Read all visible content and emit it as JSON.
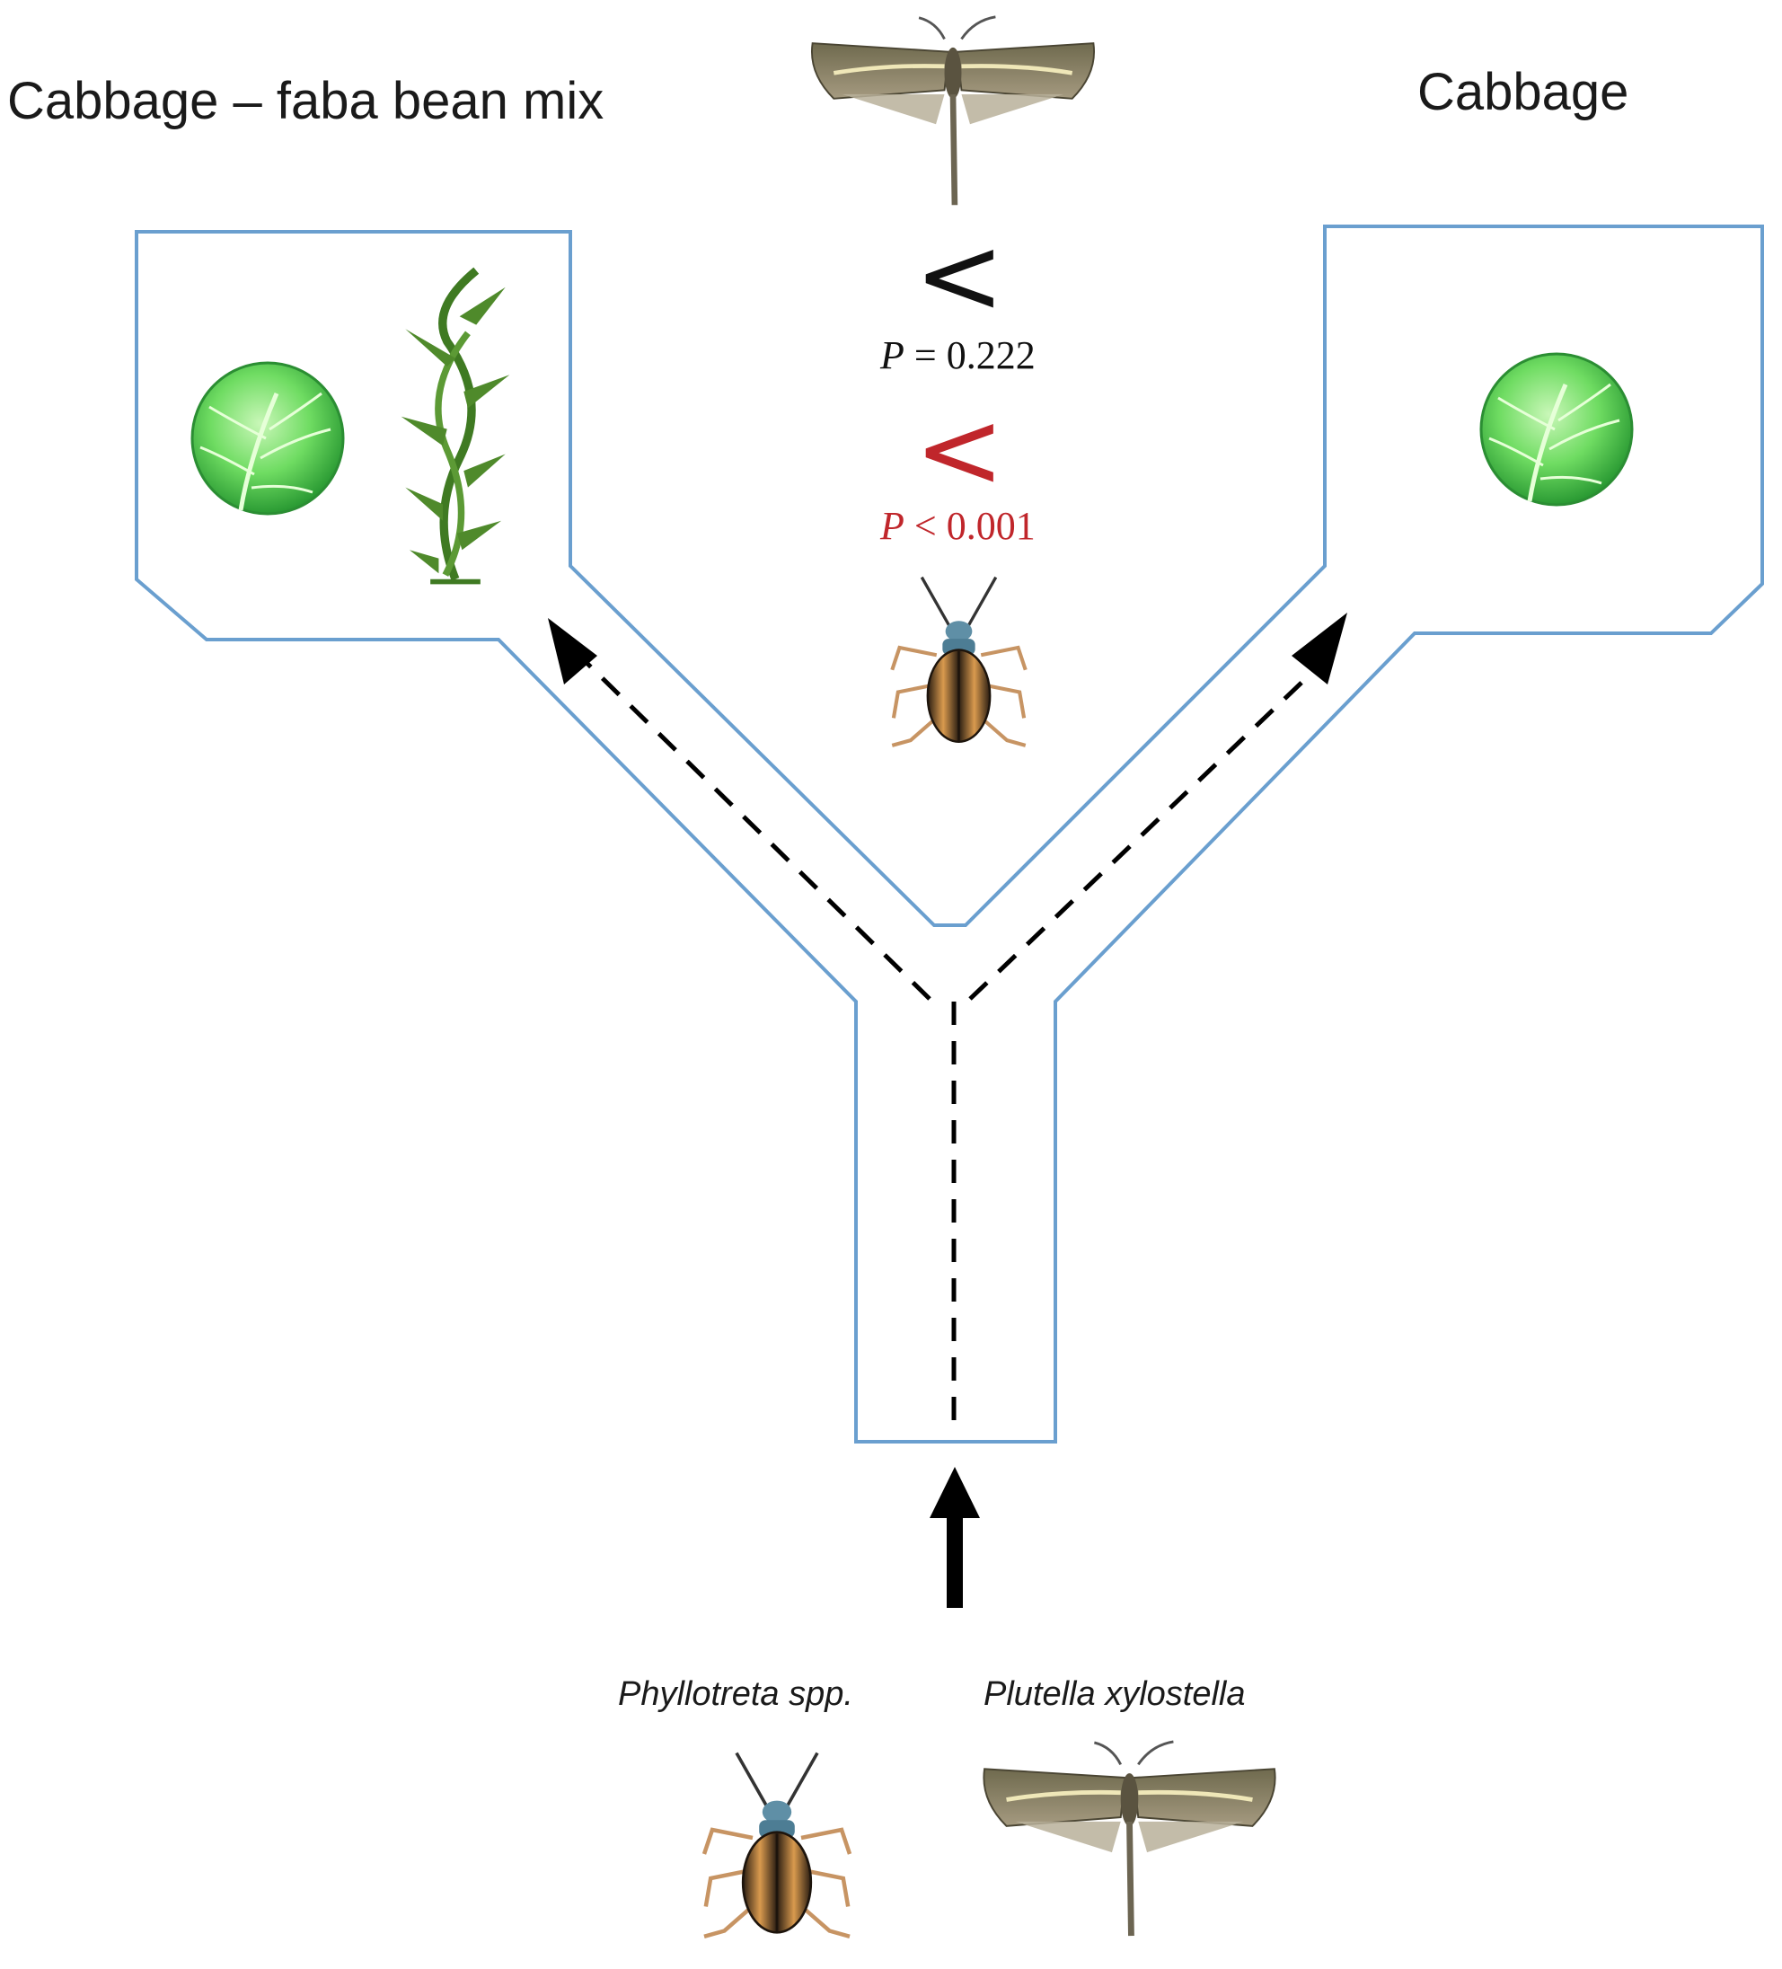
{
  "arms": {
    "left_label": "Cabbage – faba bean mix",
    "right_label": "Cabbage"
  },
  "comparisons": {
    "moth": {
      "symbol": "<",
      "p_symbol": "P",
      "p_rest": " = 0.222",
      "color": "#111111"
    },
    "beetle": {
      "symbol": "<",
      "p_symbol": "P",
      "p_rest": " < 0.001",
      "color": "#c0262b"
    }
  },
  "species": {
    "beetle_name": "Phyllotreta spp.",
    "moth_name": "Plutella xylostella"
  },
  "colors": {
    "olfactometer_outline": "#6a9fcf",
    "cabbage_light": "#7fe07a",
    "cabbage_dark": "#2fa83a",
    "bean_green": "#4f8a2b",
    "arrow": "#000000"
  },
  "icons": {
    "moth": "moth-icon",
    "beetle": "beetle-icon",
    "cabbage": "cabbage-icon",
    "bean": "faba-bean-plant-icon"
  }
}
